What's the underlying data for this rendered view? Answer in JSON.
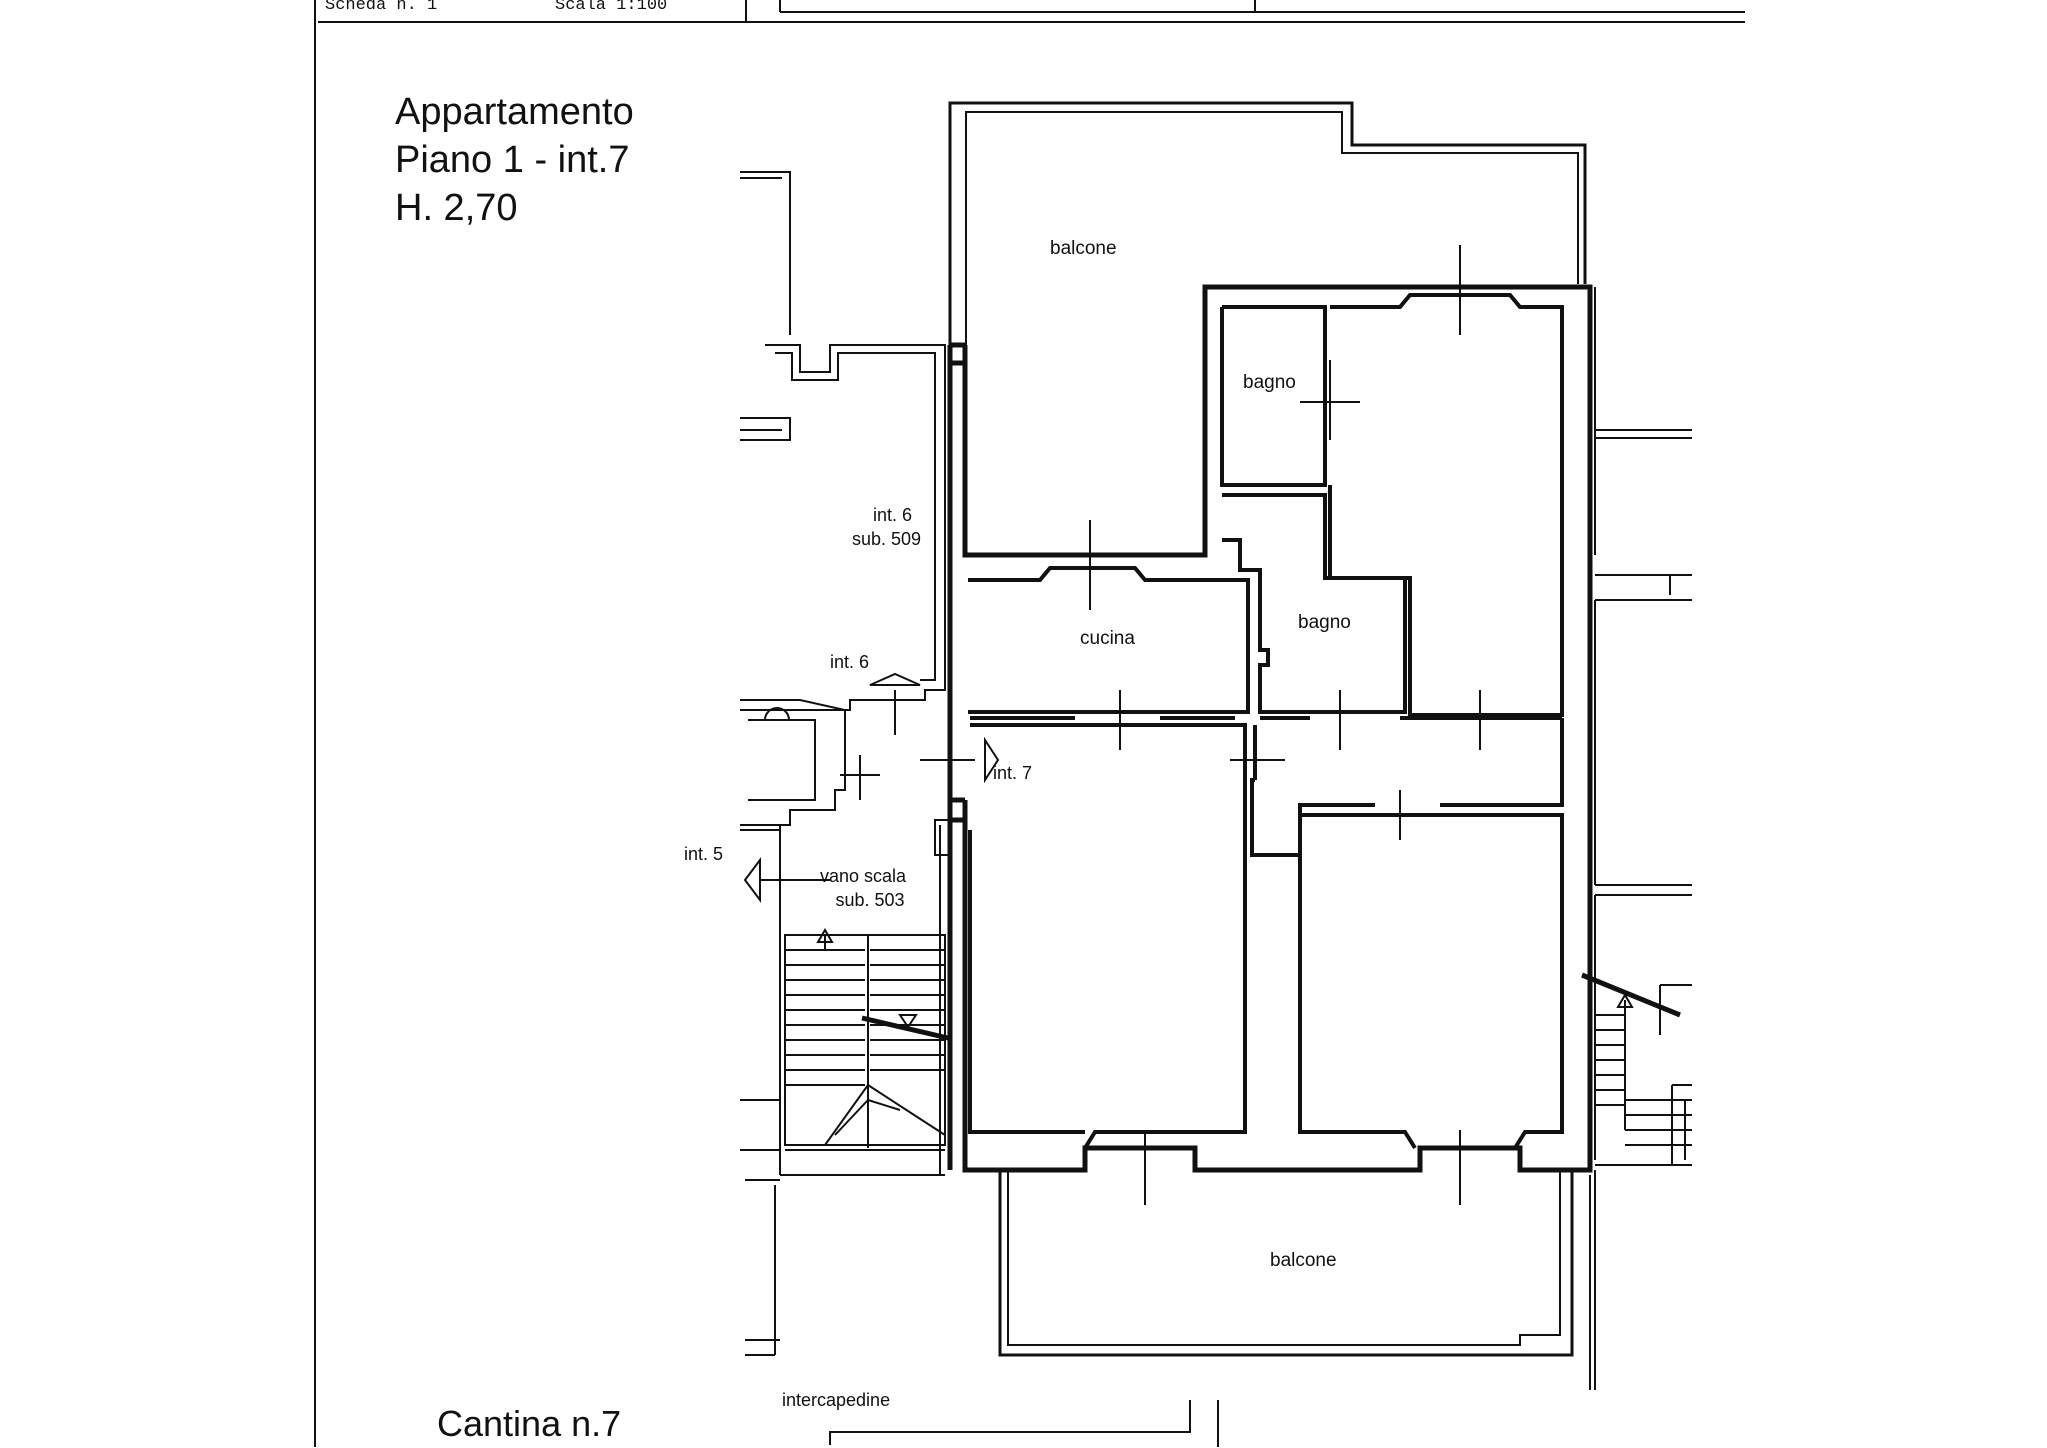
{
  "header": {
    "sheet": "Scheda n. 1",
    "scale": "Scala 1:100"
  },
  "title": {
    "line1": "Appartamento",
    "line2": "Piano 1 - int.7",
    "line3": "H. 2,70"
  },
  "rooms": {
    "balcone_top": "balcone",
    "bagno_1": "bagno",
    "bagno_2": "bagno",
    "cucina": "cucina",
    "balcone_bottom": "balcone"
  },
  "annotations": {
    "int6_sub509_a": "int. 6",
    "int6_sub509_b": "sub. 509",
    "int6_door": "int. 6",
    "int7_door": "int. 7",
    "int5_door": "int. 5",
    "stair_a": "vano scala",
    "stair_b": "sub. 503",
    "intercapedine": "intercapedine"
  },
  "footer": {
    "cantina": "Cantina n.7"
  }
}
